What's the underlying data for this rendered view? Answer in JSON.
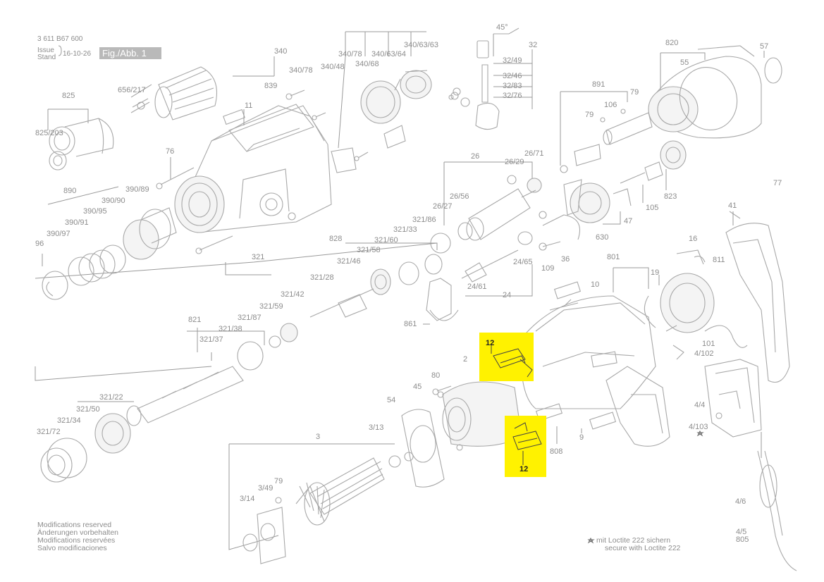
{
  "header": {
    "part_number": "3 611 B67 600",
    "issue_label_line1": "Issue",
    "issue_label_line2": "Stand",
    "issue_date": "16-10-26",
    "figure_label": "Fig./Abb. 1"
  },
  "labels": {
    "l340": "340",
    "l340_78": "340/78",
    "l340_63_64": "340/63/64",
    "l340_63_63": "340/63/63",
    "l340_48": "340/48",
    "l340_68": "340/68",
    "l32": "32",
    "l32_49": "32/49",
    "l32_46": "32/46",
    "l32_83": "32/83",
    "l32_76": "32/76",
    "l45deg": "45°",
    "l820": "820",
    "l57": "57",
    "l55": "55",
    "l825": "825",
    "l656_217": "656/217",
    "l839": "839",
    "l340_78b": "340/78",
    "l11": "11",
    "l825_203": "825/203",
    "l76": "76",
    "l891": "891",
    "l79a": "79",
    "l106": "106",
    "l79b": "79",
    "l26": "26",
    "l26_71": "26/71",
    "l26_29": "26/29",
    "l890": "890",
    "l390_89": "390/89",
    "l390_90": "390/90",
    "l390_95": "390/95",
    "l390_91": "390/91",
    "l390_97": "390/97",
    "l96": "96",
    "l26_56": "26/56",
    "l26_27": "26/27",
    "l823": "823",
    "l105": "105",
    "l77": "77",
    "l41": "41",
    "l47": "47",
    "l630": "630",
    "l321": "321",
    "l828": "828",
    "l321_86": "321/86",
    "l321_33": "321/33",
    "l321_60": "321/60",
    "l321_58": "321/58",
    "l321_46": "321/46",
    "l321_28": "321/28",
    "l36": "36",
    "l109": "109",
    "l24_65": "24/65",
    "l16": "16",
    "l811": "811",
    "l801": "801",
    "l19": "19",
    "l321_42": "321/42",
    "l321_59": "321/59",
    "l24_61": "24/61",
    "l24": "24",
    "l10": "10",
    "l821": "821",
    "l321_87": "321/87",
    "l321_38": "321/38",
    "l321_37": "321/37",
    "l861": "861",
    "l101": "101",
    "l4_102": "4/102",
    "l80": "80",
    "l2": "2",
    "l45": "45",
    "l54": "54",
    "l321_22": "321/22",
    "l321_50": "321/50",
    "l321_34": "321/34",
    "l321_72": "321/72",
    "l3_13": "3/13",
    "l4_4": "4/4",
    "l4_103": "4/103",
    "l808": "808",
    "l9": "9",
    "l3": "3",
    "l79c": "79",
    "l3_49": "3/49",
    "l3_14": "3/14",
    "l4_6": "4/6",
    "l4_5": "4/5",
    "l805": "805"
  },
  "highlights": {
    "top_label": "12",
    "bottom_label": "12",
    "color": "#fff200"
  },
  "notes_left": [
    "Modifications reserved",
    "Änderungen vorbehalten",
    "Modifications reservées",
    "Salvo modificaciones"
  ],
  "notes_right": {
    "line1": "mit Loctite 222 sichern",
    "line2": "secure with Loctite 222"
  },
  "colors": {
    "line": "#9a9a9a",
    "text": "#8c8c8c",
    "figure_label_bg": "#b9b9b9",
    "highlight": "#fff200"
  }
}
